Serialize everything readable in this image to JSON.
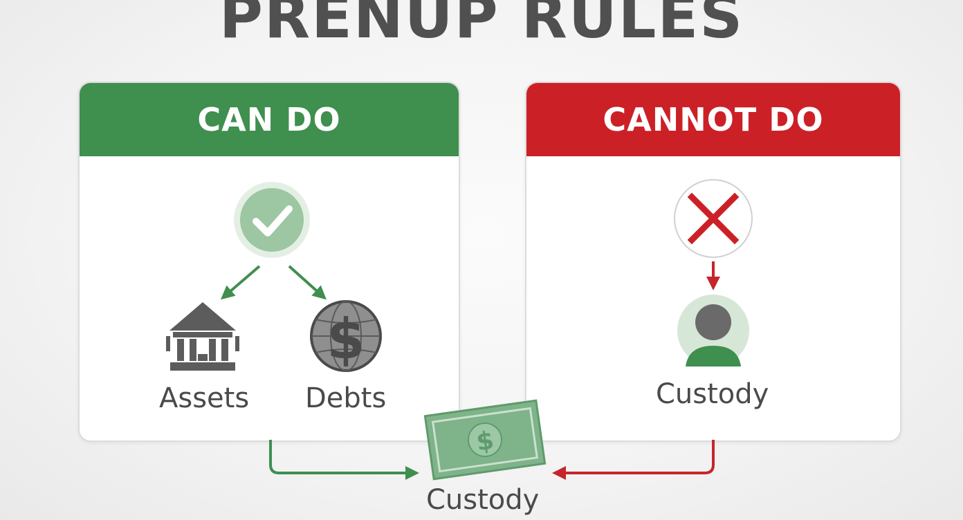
{
  "title": "PRENUP RULES",
  "can_do": {
    "header": "CAN DO",
    "items": [
      "Assets",
      "Debts"
    ]
  },
  "cannot_do": {
    "header": "CANNOT DO",
    "item": "Custody"
  },
  "bottom": {
    "label": "Custody"
  },
  "colors": {
    "green": "#3f8f4f",
    "red": "#cc2027",
    "gray_icon": "#5a5a5a"
  },
  "icons": [
    "check-icon",
    "bank-icon",
    "dollar-globe-icon",
    "x-icon",
    "person-icon",
    "money-bill-icon"
  ]
}
